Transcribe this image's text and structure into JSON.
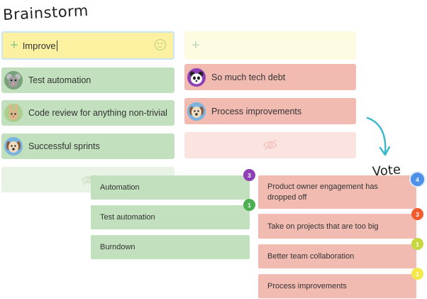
{
  "titles": {
    "brainstorm": "Brainstorm",
    "vote": "Vote"
  },
  "input_left": {
    "value": "Improve"
  },
  "brainstorm_left": [
    {
      "label": "Test automation",
      "avatar": "mouse-avatar-icon"
    },
    {
      "label": "Code review for anything non-trivial",
      "avatar": "rabbit-avatar-icon"
    },
    {
      "label": "Successful sprints",
      "avatar": "dog-avatar-icon"
    }
  ],
  "brainstorm_right": [
    {
      "label": "So much tech debt",
      "avatar": "panda-avatar-icon"
    },
    {
      "label": "Process improvements",
      "avatar": "dog-avatar-icon"
    }
  ],
  "vote_left": [
    {
      "label": "Automation",
      "votes": "3",
      "color": "#8e3fb5"
    },
    {
      "label": "Test automation",
      "votes": "1",
      "color": "#4caf50"
    },
    {
      "label": "Burndown"
    }
  ],
  "vote_right": [
    {
      "label": "Product owner engagement has dropped off",
      "votes": "4",
      "color": "#4d90e8"
    },
    {
      "label": "Take on projects that are too big",
      "votes": "3",
      "color": "#f15a2b"
    },
    {
      "label": "Better team collaboration",
      "votes": "1",
      "color": "#c6d63f"
    },
    {
      "label": "Process improvements",
      "votes": "1",
      "color": "#f5e84a"
    }
  ],
  "colors": {
    "green_card": "#c2e0bd",
    "pink_card": "#f2bbb2",
    "arrow": "#3ab8c9"
  }
}
